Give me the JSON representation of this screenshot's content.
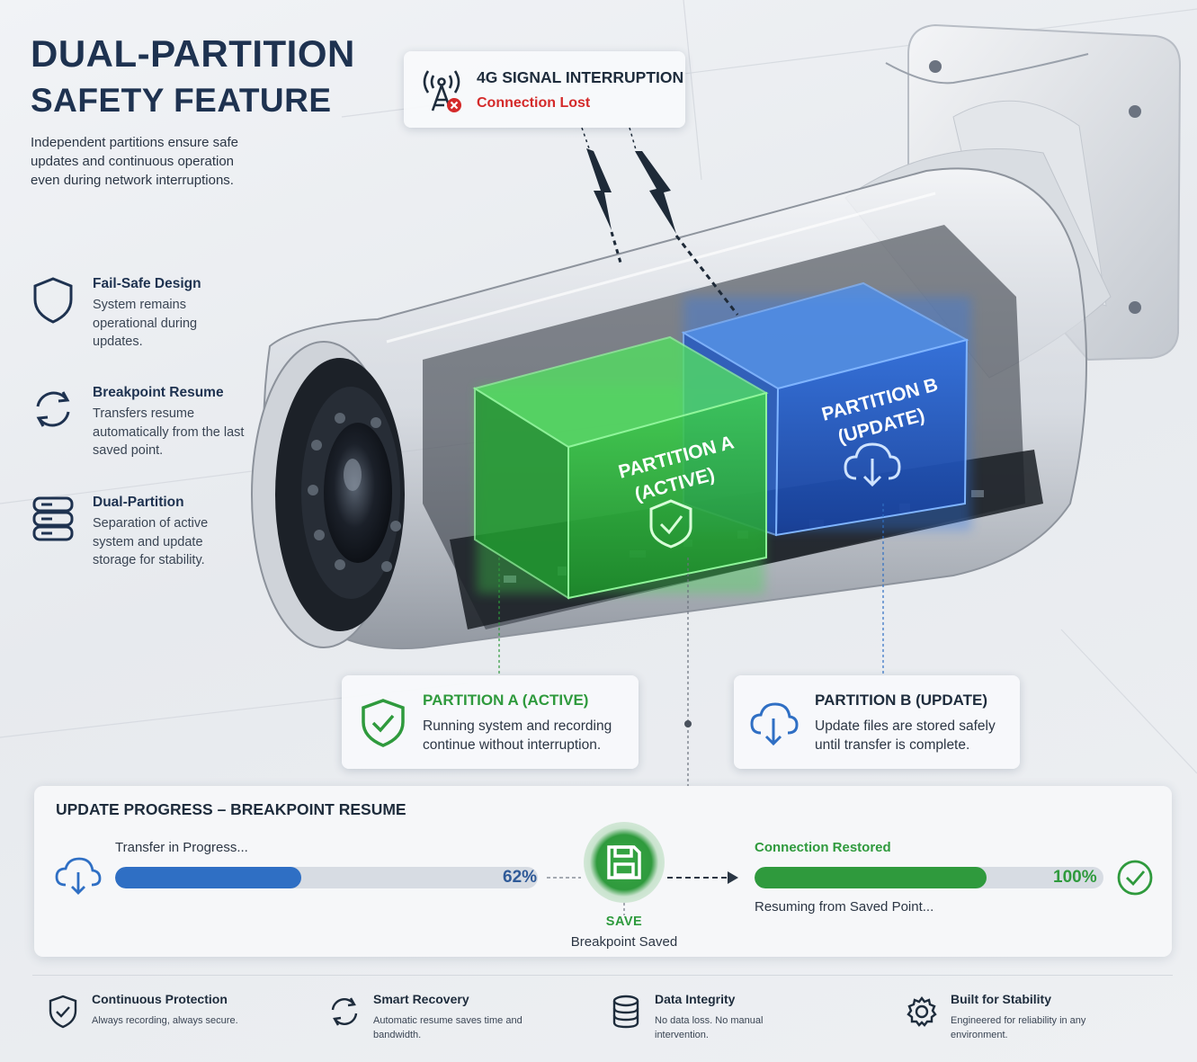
{
  "header": {
    "title_line1": "DUAL-PARTITION",
    "title_line2": "SAFETY FEATURE",
    "intro": "Independent partitions ensure safe updates and continuous operation even during network interruptions."
  },
  "features": [
    {
      "icon": "shield-icon",
      "title": "Fail-Safe Design",
      "text": "System remains operational during updates."
    },
    {
      "icon": "refresh-icon",
      "title": "Breakpoint Resume",
      "text": "Transfers resume automatically from the last saved point."
    },
    {
      "icon": "storage-icon",
      "title": "Dual-Partition",
      "text": "Separation of active system and update storage for stability."
    }
  ],
  "signal": {
    "icon": "antenna-error-icon",
    "title": "4G SIGNAL INTERRUPTION",
    "status": "Connection Lost"
  },
  "camera": {
    "partition_a_label_1": "PARTITION A",
    "partition_a_label_2": "(ACTIVE)",
    "partition_b_label_1": "PARTITION B",
    "partition_b_label_2": "(UPDATE)"
  },
  "partition_a": {
    "icon": "shield-check-icon",
    "title": "PARTITION A (ACTIVE)",
    "text": "Running system and recording continue without interruption."
  },
  "partition_b": {
    "icon": "cloud-download-icon",
    "title": "PARTITION B (UPDATE)",
    "text": "Update files are stored safely until transfer is complete."
  },
  "progress": {
    "title": "UPDATE PROGRESS – BREAKPOINT RESUME",
    "transfer_label": "Transfer in Progress...",
    "transfer_percent_value": 62,
    "transfer_percent": "62%",
    "save_label": "SAVE",
    "save_sub": "Breakpoint Saved",
    "restored_label": "Connection Restored",
    "restored_percent_value": 100,
    "restored_percent": "100%",
    "resume_text": "Resuming from Saved Point..."
  },
  "bottom": [
    {
      "icon": "shield-check-icon",
      "title": "Continuous Protection",
      "text": "Always recording, always secure."
    },
    {
      "icon": "refresh-icon",
      "title": "Smart Recovery",
      "text": "Automatic resume saves time and bandwidth."
    },
    {
      "icon": "database-icon",
      "title": "Data Integrity",
      "text": "No data loss. No manual intervention."
    },
    {
      "icon": "gear-icon",
      "title": "Built for Stability",
      "text": "Engineered for reliability in any environment."
    }
  ],
  "colors": {
    "navy": "#1e3250",
    "green": "#2f9a3d",
    "blue": "#2f6fc4",
    "red": "#d42a2a"
  }
}
